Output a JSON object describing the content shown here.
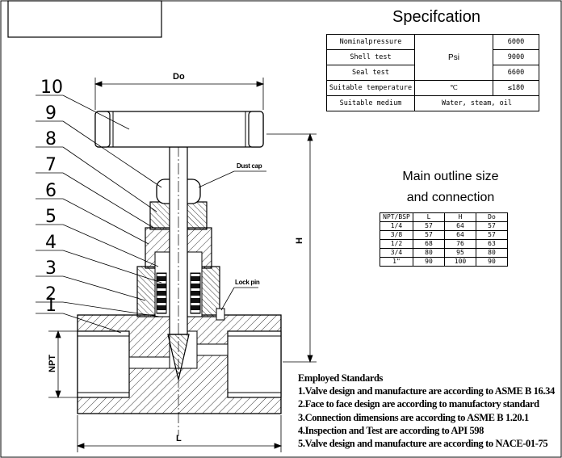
{
  "spec": {
    "title": "Specifcation",
    "rows": [
      {
        "label": "Nominalpressure",
        "value": "6000"
      },
      {
        "label": "Shell test",
        "value": "9000"
      },
      {
        "label": "Seal test",
        "value": "6600"
      },
      {
        "label": "Suitable temperature",
        "unit": "℃",
        "value": "≤180"
      },
      {
        "label": "Suitable medium",
        "value": "Water, steam, oil"
      }
    ],
    "pressure_unit": "Psi"
  },
  "outline": {
    "title_line1": "Main outline size",
    "title_line2": "and connection",
    "headers": [
      "NPT/BSP",
      "L",
      "H",
      "Do"
    ],
    "rows": [
      [
        "1/4",
        "57",
        "64",
        "57"
      ],
      [
        "3/8",
        "57",
        "64",
        "57"
      ],
      [
        "1/2",
        "68",
        "76",
        "63"
      ],
      [
        "3/4",
        "80",
        "95",
        "80"
      ],
      [
        "1\"",
        "90",
        "100",
        "90"
      ]
    ]
  },
  "standards": {
    "title": "Employed Standards",
    "items": [
      "1.Valve design and manufacture are according to ASME B 16.34",
      "2.Face to face design are according to manufactory standard",
      "3.Connection dimensions are according to ASME B 1.20.1",
      "4.Inspection and Test are according to API 598",
      "5.Valve design and manufacture are according to NACE-01-75"
    ]
  },
  "drawing": {
    "part_numbers": [
      "10",
      "9",
      "8",
      "7",
      "6",
      "5",
      "4",
      "3",
      "2",
      "1"
    ],
    "dimension_do": "Do",
    "dimension_h": "H",
    "dimension_l": "L",
    "dimension_npt": "NPT",
    "callout_dust_cap": "Dust cap",
    "callout_lock_pin": "Lock pin"
  }
}
